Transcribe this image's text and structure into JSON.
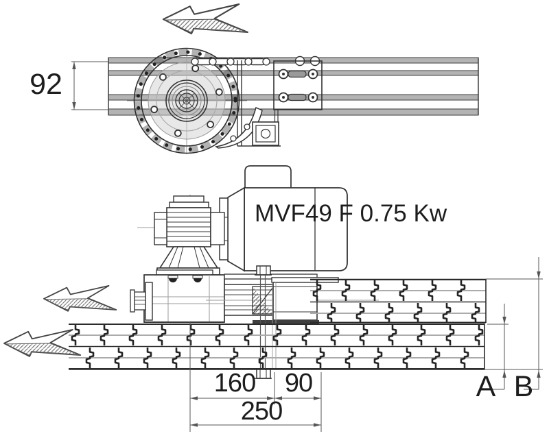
{
  "drawing": {
    "description": "Technical drawing of a conveyor chain drive unit, top view and side view",
    "motor_label": "MVF49 F 0.75 Kw",
    "dimensions": {
      "beam_width": "92",
      "center_to_bolt": "160",
      "bolt_to_guide": "90",
      "overall_length": "250",
      "chain_height_label": "A",
      "overall_height_label": "B"
    },
    "flow_arrows": [
      {
        "direction": "left",
        "location": "top-view"
      },
      {
        "direction": "left",
        "location": "upper-chain"
      },
      {
        "direction": "left",
        "location": "lower-chain"
      }
    ],
    "colors": {
      "line": "#333333",
      "centerline": "#9b9b9b",
      "beam_gray": "#b3b3b3",
      "background": "#ffffff"
    }
  }
}
